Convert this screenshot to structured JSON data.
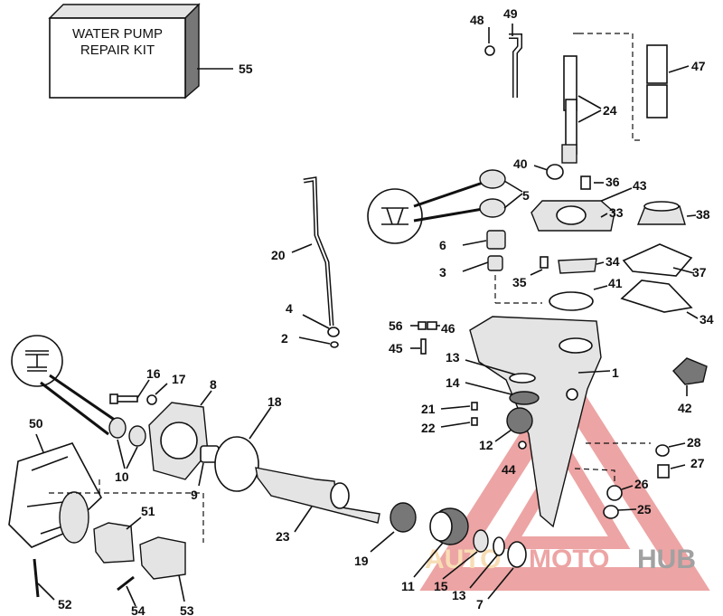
{
  "kit_box": {
    "line1": "WATER PUMP",
    "line2": "REPAIR KIT"
  },
  "watermark": {
    "auto": "AUTO",
    "moto": "MOTO",
    "hub": "HUB",
    "auto_color": "#f3c27a",
    "moto_color": "#e05a5a",
    "hub_color": "#555555"
  },
  "callouts": {
    "c1": "1",
    "c2": "2",
    "c3": "3",
    "c4": "4",
    "c5": "5",
    "c6": "6",
    "c7": "7",
    "c8": "8",
    "c9": "9",
    "c10": "10",
    "c11": "11",
    "c12": "12",
    "c13a": "13",
    "c13b": "13",
    "c14": "14",
    "c15": "15",
    "c16": "16",
    "c17": "17",
    "c18": "18",
    "c19": "19",
    "c20": "20",
    "c21": "21",
    "c22": "22",
    "c23": "23",
    "c24": "24",
    "c25": "25",
    "c26": "26",
    "c27": "27",
    "c28": "28",
    "c33": "33",
    "c34a": "34",
    "c34b": "34",
    "c35": "35",
    "c36": "36",
    "c37": "37",
    "c38": "38",
    "c40": "40",
    "c41": "41",
    "c42": "42",
    "c43": "43",
    "c44": "44",
    "c45": "45",
    "c46": "46",
    "c47": "47",
    "c48": "48",
    "c49": "49",
    "c50": "50",
    "c51": "51",
    "c52": "52",
    "c53": "53",
    "c54": "54",
    "c55": "55",
    "c56": "56"
  }
}
